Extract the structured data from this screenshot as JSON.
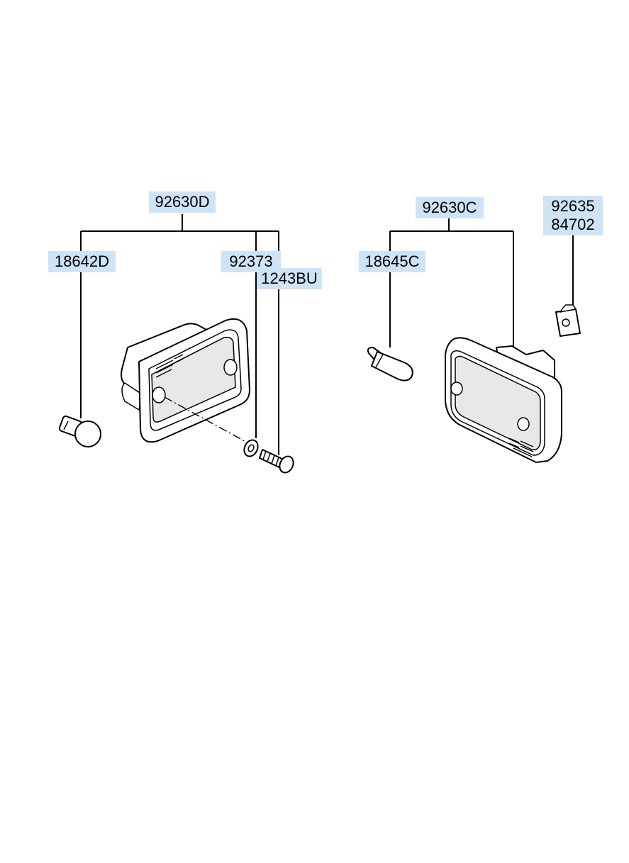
{
  "diagram": {
    "labels": {
      "assy_left": "92630D",
      "bulb_left": "18642D",
      "washer": "92373",
      "screw": "1243BU",
      "assy_right": "92630C",
      "bulb_right": "18645C",
      "clip_code_1": "92635",
      "clip_code_2": "84702"
    },
    "colors": {
      "label_highlight": "#cfe3f6",
      "line": "#000000",
      "background": "#ffffff"
    },
    "icons": [
      "side-marker-lamp-left-icon",
      "bulb-left-icon",
      "washer-icon",
      "screw-icon",
      "side-marker-lamp-right-icon",
      "wedge-bulb-icon",
      "clip-nut-icon"
    ]
  }
}
